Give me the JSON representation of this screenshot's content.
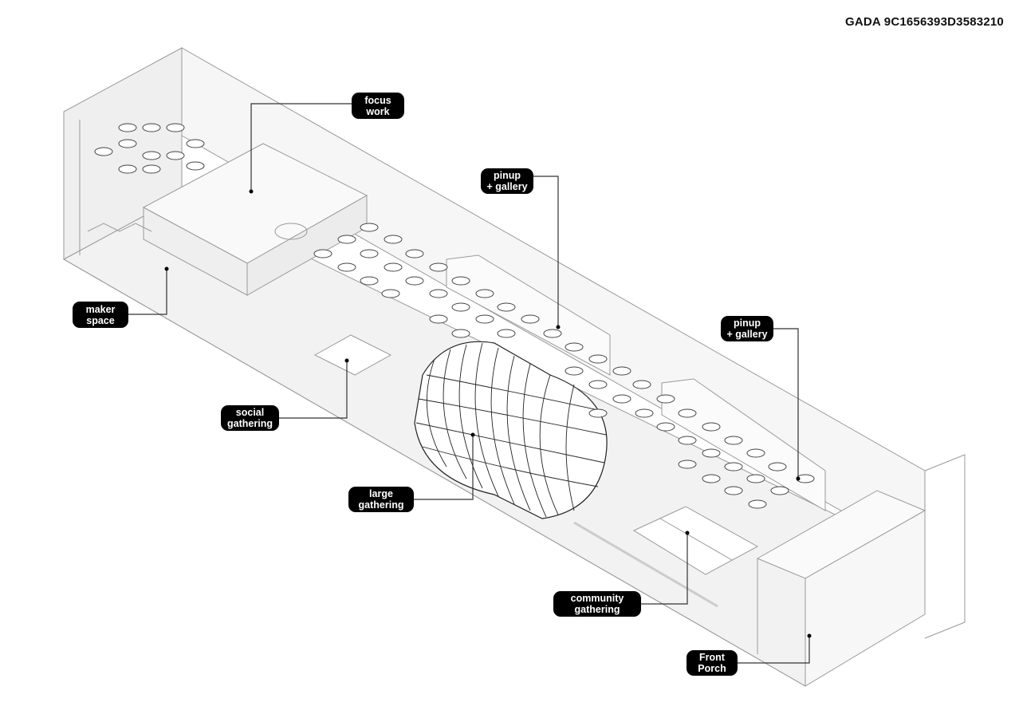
{
  "header": {
    "code": "GADA 9C1656393D3583210"
  },
  "labels": {
    "focus_work": [
      "focus",
      "work"
    ],
    "pinup_gallery_1": [
      "pinup",
      "+ gallery"
    ],
    "maker_space": [
      "maker",
      "space"
    ],
    "social_gathering": [
      "social",
      "gathering"
    ],
    "large_gathering": [
      "large",
      "gathering"
    ],
    "pinup_gallery_2": [
      "pinup",
      "+ gallery"
    ],
    "community_gathering": [
      "community",
      "gathering"
    ],
    "front_porch": [
      "Front",
      "Porch"
    ]
  },
  "colors": {
    "label_bg": "#000000",
    "label_text": "#ffffff",
    "line": "#555555",
    "accent": "#d060d0"
  }
}
